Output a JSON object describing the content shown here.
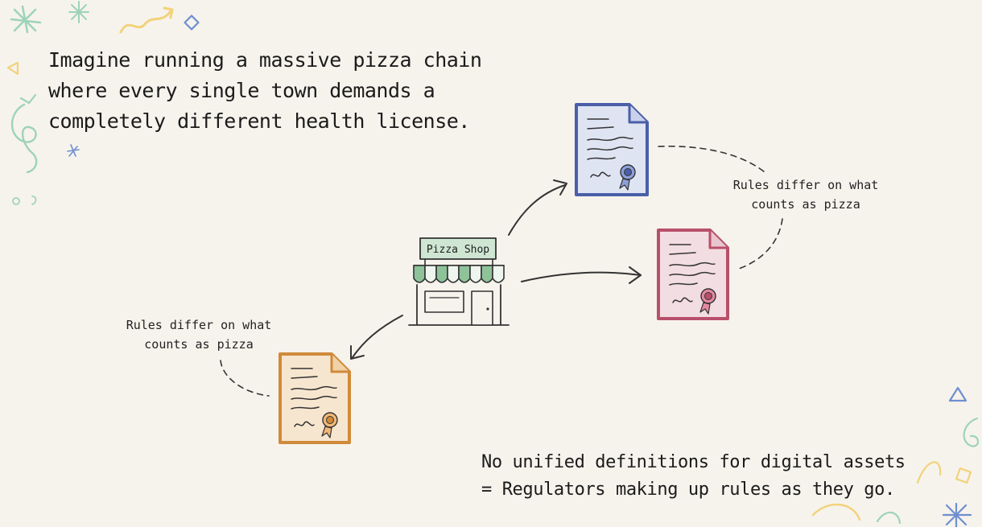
{
  "headline": "Imagine running a massive pizza chain where every single town demands a completely different health license.",
  "shop": {
    "sign": "Pizza Shop"
  },
  "notes": {
    "right": "Rules differ on what counts as pizza",
    "left": "Rules differ on what counts as pizza"
  },
  "conclusion": {
    "line1": "No unified definitions for digital assets",
    "line2": "= Regulators making up rules as they go."
  },
  "licenses": [
    {
      "name": "blue-license",
      "color": "#4a5fa8",
      "fill": "#dfe4f3"
    },
    {
      "name": "pink-license",
      "color": "#b8506a",
      "fill": "#f2dde2"
    },
    {
      "name": "orange-license",
      "color": "#d08a3a",
      "fill": "#f7e6cf"
    }
  ],
  "colors": {
    "background": "#f6f3ec",
    "awning_green": "#8ec39a",
    "decor_green": "#9ed3b8",
    "decor_yellow": "#f2d27a",
    "decor_blue": "#6f8fd0"
  }
}
